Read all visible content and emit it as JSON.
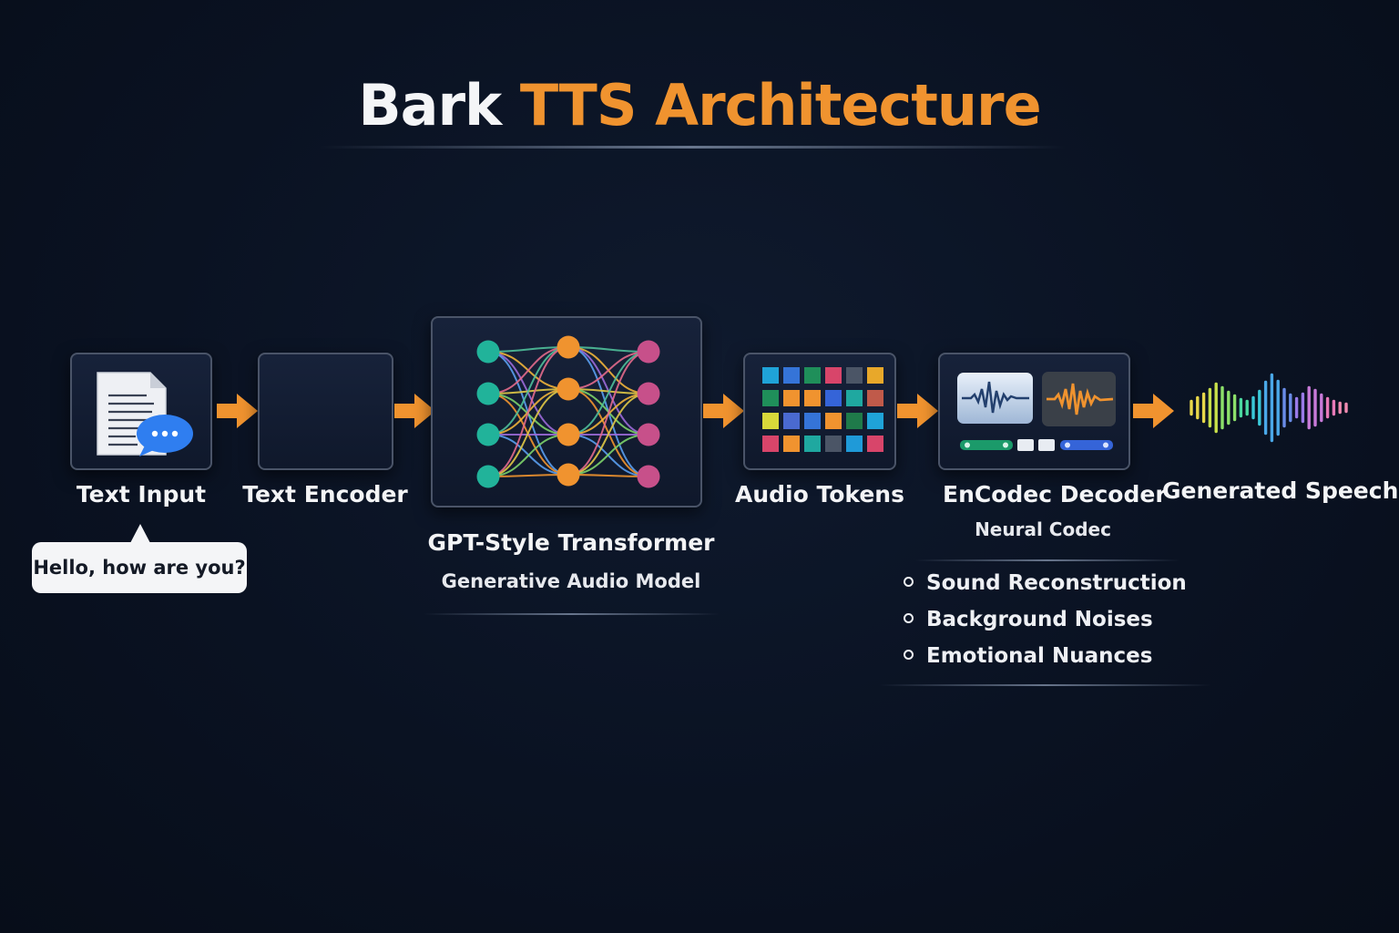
{
  "title": {
    "part1": "Bark",
    "part2": "TTS Architecture"
  },
  "colors": {
    "accent": "#f0932f",
    "background": "#0a1222",
    "box_border": "#4a5468"
  },
  "pipeline": [
    {
      "id": "text-input",
      "label": "Text Input",
      "icon": "document-chat-icon"
    },
    {
      "id": "text-encoder",
      "label": "Text Encoder",
      "icon": "waveform-icon"
    },
    {
      "id": "transformer",
      "label": "GPT-Style Transformer",
      "sublabel": "Generative Audio Model",
      "icon": "neural-network-icon"
    },
    {
      "id": "audio-tokens",
      "label": "Audio Tokens",
      "icon": "token-grid-icon"
    },
    {
      "id": "encodec-decoder",
      "label": "EnCodec Decoder",
      "sublabel": "Neural Codec",
      "icon": "codec-waveforms-icon"
    },
    {
      "id": "generated-speech",
      "label": "Generated Speech",
      "icon": "colorful-waveform-icon"
    }
  ],
  "input_example": "Hello, how are you?",
  "decoder_features": [
    "Sound Reconstruction",
    "Background Noises",
    "Emotional Nuances"
  ],
  "flow_arrows": 5
}
